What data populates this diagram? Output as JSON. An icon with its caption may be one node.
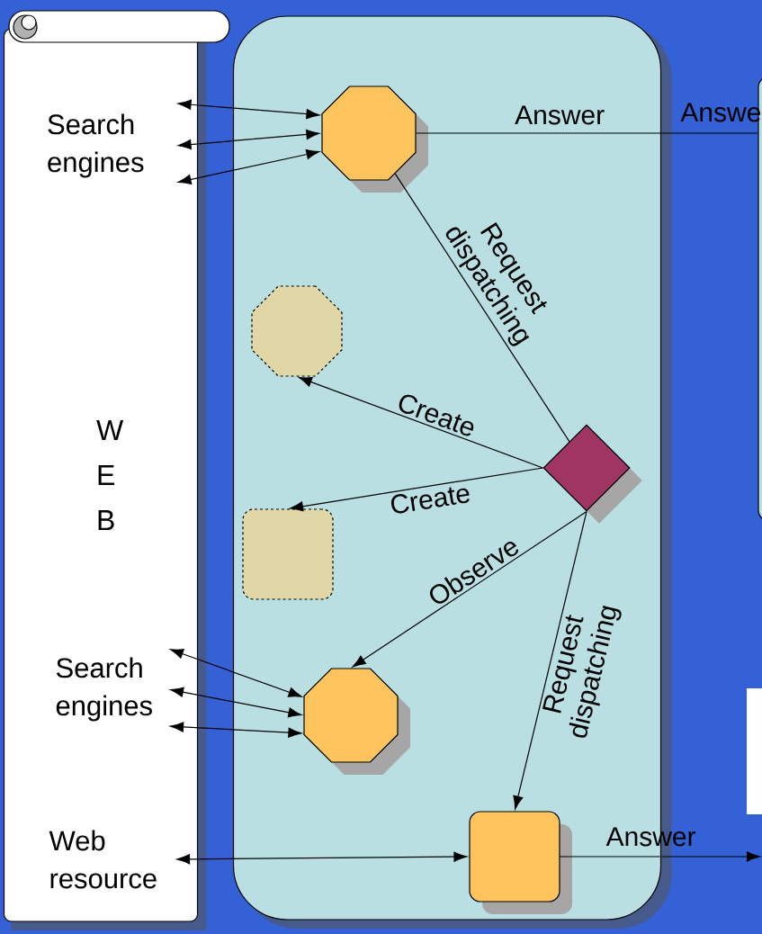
{
  "diagram": {
    "nodes": [
      {
        "text": [
          "W E B"
        ]
      },
      {
        "text": [
          "Search engines"
        ],
        "in": 0
      },
      {
        "text": [
          "Search engines"
        ],
        "in": 0
      },
      {
        "text": [
          "Web resource"
        ],
        "in": 0
      },
      {
        "text": [],
        "shape": "box"
      },
      {
        "text": [],
        "shape": "octagon",
        "in": 4
      },
      {
        "text": [],
        "shape": "octagon",
        "in": 4
      },
      {
        "text": [],
        "shape": "box",
        "in": 4
      },
      {
        "text": [],
        "shape": "diamond",
        "in": 4
      },
      {
        "text": [],
        "shape": "octagon",
        "in": 4
      },
      {
        "text": [],
        "shape": "box",
        "in": 4
      },
      {
        "text": [],
        "shape": "box"
      }
    ],
    "edges": [
      {
        "from": 5,
        "to": 1,
        "arrow": "both"
      },
      {
        "from": 5,
        "to": 1,
        "arrow": "both"
      },
      {
        "from": 5,
        "to": 1,
        "arrow": "both"
      },
      {
        "from": 9,
        "to": 2,
        "arrow": "both"
      },
      {
        "from": 9,
        "to": 2,
        "arrow": "both"
      },
      {
        "from": 9,
        "to": 2,
        "arrow": "both"
      },
      {
        "from": 3,
        "to": 10,
        "arrow": "both"
      },
      {
        "from": 5,
        "to": 8,
        "arrow": "none",
        "label": "Request dispatching"
      },
      {
        "from": 8,
        "to": 6,
        "arrow": "to",
        "label": "Create"
      },
      {
        "from": 8,
        "to": 7,
        "arrow": "to",
        "label": "Create"
      },
      {
        "from": 8,
        "to": 9,
        "arrow": "to",
        "label": "Observe"
      },
      {
        "from": 8,
        "to": 10,
        "arrow": "to",
        "label": "Request dispatching"
      },
      {
        "from": 5,
        "to": 11,
        "arrow": "none",
        "label": "Answer"
      },
      {
        "from": 10,
        "to": null,
        "arrow": "to",
        "label": "Answer"
      }
    ],
    "labels": [
      "Answe"
    ]
  }
}
